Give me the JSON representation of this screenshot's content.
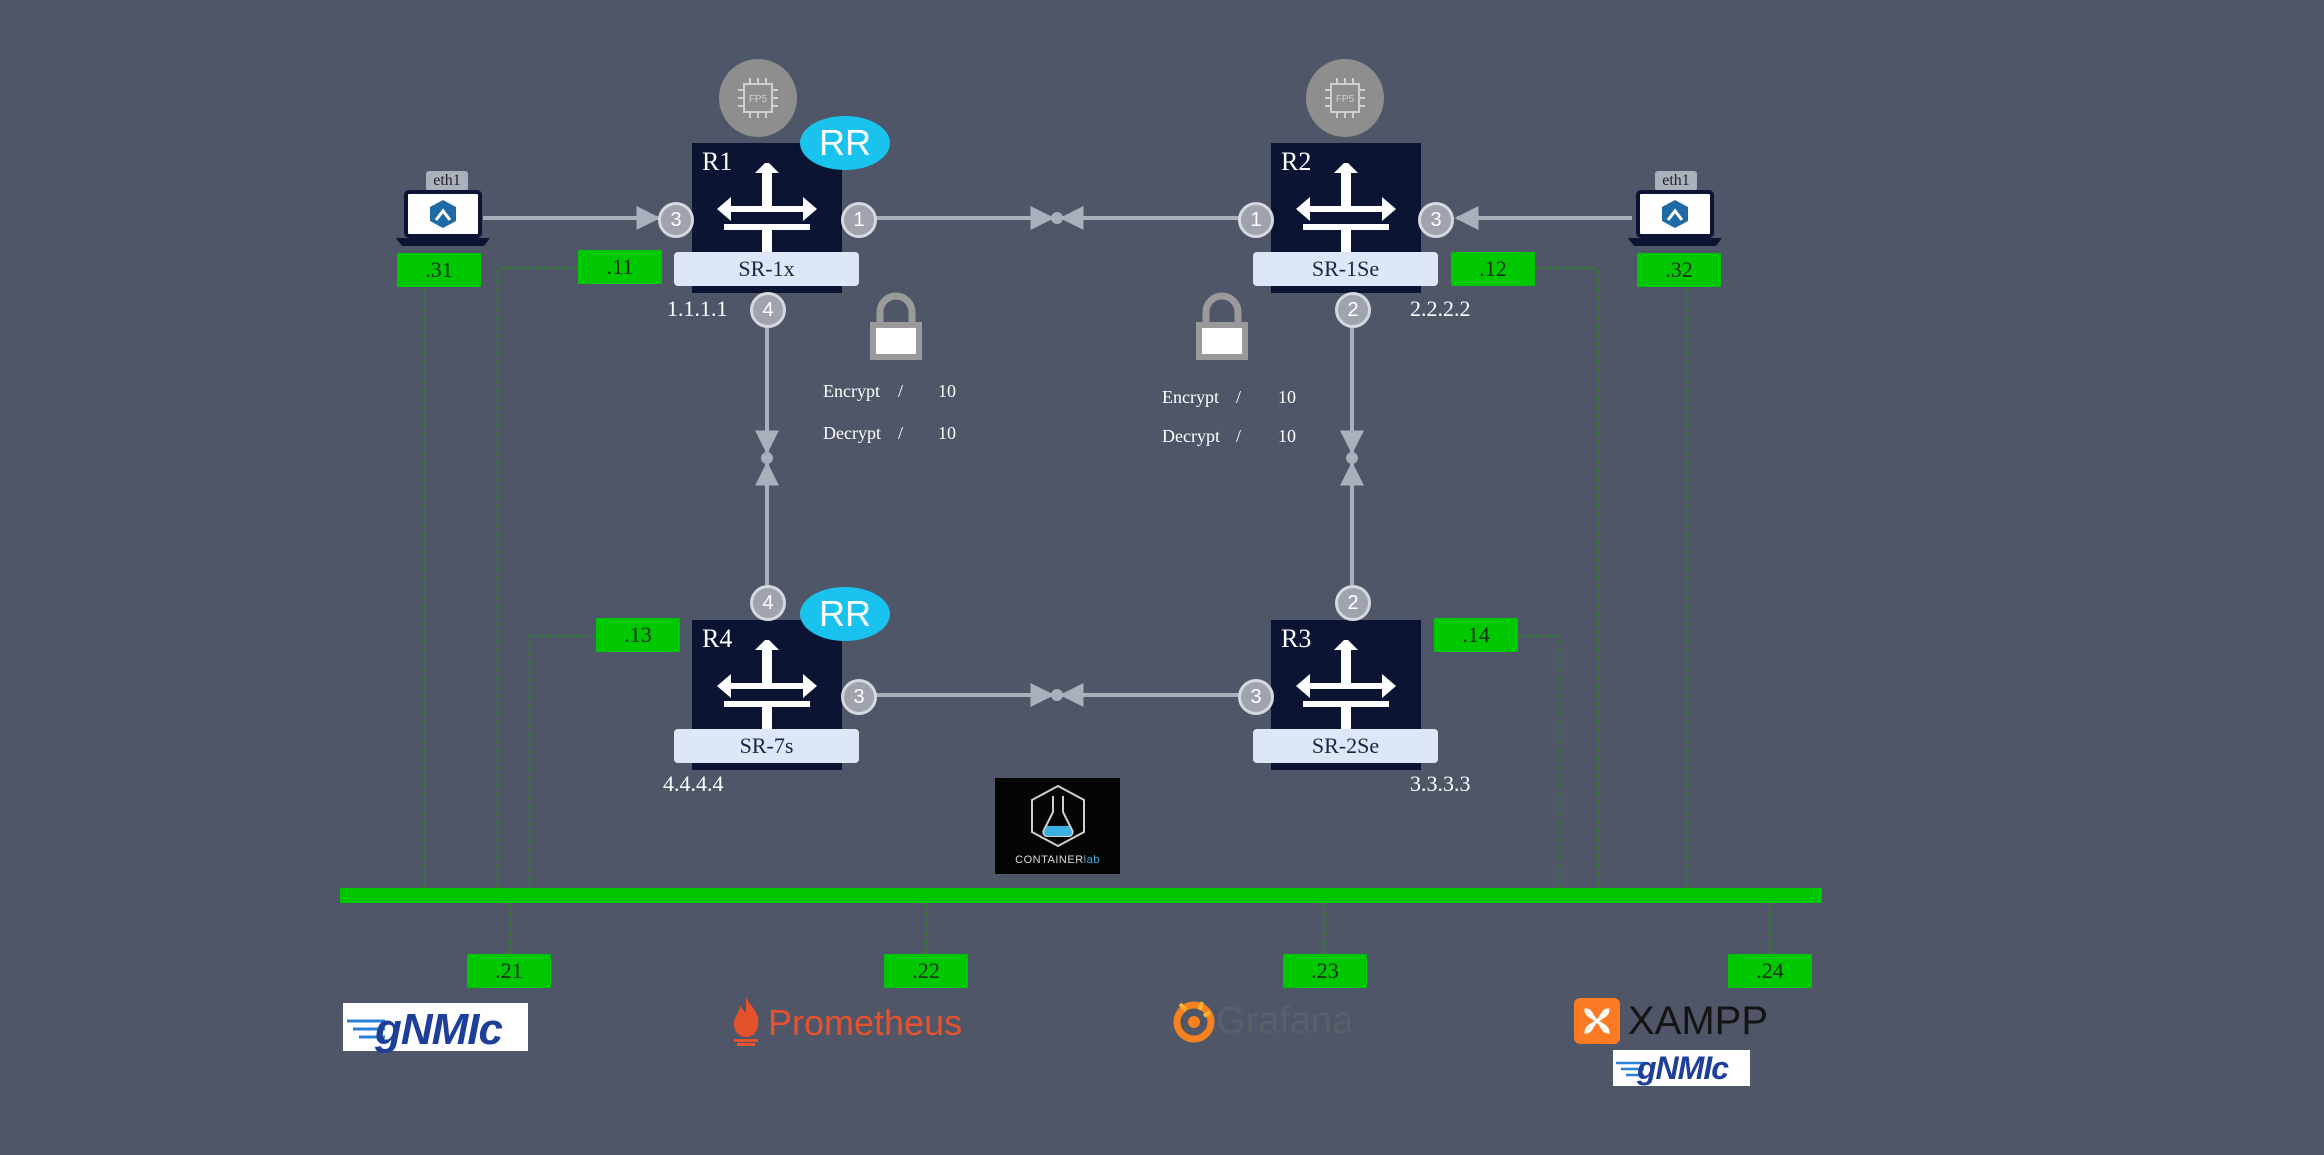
{
  "colors": {
    "background": "#4e5667",
    "router_body": "#0c1433",
    "link": "#a9b0bb",
    "mgmt_green": "#00c800",
    "rr_badge": "#19c3ee"
  },
  "routers": [
    {
      "id": "R1",
      "model": "SR-1x",
      "loopback": "1.1.1.1",
      "rr": "RR",
      "fp5": "FP5"
    },
    {
      "id": "R2",
      "model": "SR-1Se",
      "loopback": "2.2.2.2",
      "rr": "",
      "fp5": "FP5"
    },
    {
      "id": "R3",
      "model": "SR-2Se",
      "loopback": "3.3.3.3",
      "rr": "",
      "fp5": ""
    },
    {
      "id": "R4",
      "model": "SR-7s",
      "loopback": "4.4.4.4",
      "rr": "RR",
      "fp5": ""
    }
  ],
  "ports": {
    "r1_left": "3",
    "r1_right": "1",
    "r1_bottom": "4",
    "r2_left": "1",
    "r2_right": "3",
    "r2_bottom": "2",
    "r3_top": "2",
    "r3_left": "3",
    "r4_top": "4",
    "r4_right": "3"
  },
  "hosts": [
    {
      "name": "eth1",
      "icon": "laptop-icon"
    },
    {
      "name": "eth1",
      "icon": "laptop-icon"
    }
  ],
  "mgmt_tags": {
    "host_left": ".31",
    "host_right": ".32",
    "r1": ".11",
    "r2": ".12",
    "r4": ".13",
    "r3": ".14",
    "gnmic": ".21",
    "prometheus": ".22",
    "grafana": ".23",
    "xampp": ".24"
  },
  "encryption": [
    {
      "encrypt_label": "Encrypt",
      "sep1": "/",
      "encrypt_value": "10",
      "decrypt_label": "Decrypt",
      "sep2": "/",
      "decrypt_value": "10"
    },
    {
      "encrypt_label": "Encrypt",
      "sep1": "/",
      "encrypt_value": "10",
      "decrypt_label": "Decrypt",
      "sep2": "/",
      "decrypt_value": "10"
    }
  ],
  "tools": {
    "gnmic": "gNMIc",
    "prometheus": "Prometheus",
    "grafana": "Grafana",
    "xampp": "XAMPP",
    "gnmic2": "gNMIc",
    "containerlab_a": "CONTAINER",
    "containerlab_b": "lab"
  }
}
